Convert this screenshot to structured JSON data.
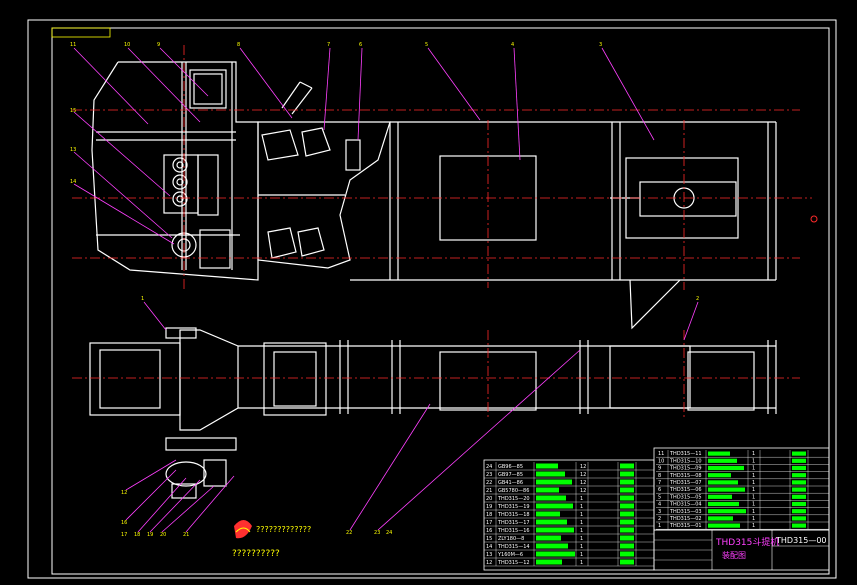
{
  "drawing": {
    "title": "THD315斗提机",
    "subtitle": "装配图",
    "code": "THD315—00",
    "note": "?????????????",
    "note2": "??????????"
  },
  "colors": {
    "frame": "#ffffff",
    "lines": "#ffffff",
    "centerline": "#ff2a2a",
    "leader": "#ff40ff",
    "border_inner": "#ffff00",
    "bom_text": "#00ff00",
    "background": "#000000"
  },
  "callouts": [
    "11",
    "10",
    "9",
    "8",
    "7",
    "6",
    "5",
    "4",
    "3",
    "15",
    "13",
    "14",
    "1",
    "2",
    "12",
    "16",
    "17",
    "18",
    "19",
    "20",
    "21",
    "22",
    "23",
    "24"
  ],
  "bom_left": [
    {
      "no": "24",
      "code": "GB96—85",
      "qty": "12"
    },
    {
      "no": "23",
      "code": "GB97—85",
      "qty": "12"
    },
    {
      "no": "22",
      "code": "GB41—86",
      "qty": "12"
    },
    {
      "no": "21",
      "code": "GB5780—86",
      "qty": "12"
    },
    {
      "no": "20",
      "code": "THD315—20",
      "qty": "1"
    },
    {
      "no": "19",
      "code": "THD315—19",
      "qty": "1"
    },
    {
      "no": "18",
      "code": "THD315—18",
      "qty": "1"
    },
    {
      "no": "17",
      "code": "THD315—17",
      "qty": "1"
    },
    {
      "no": "16",
      "code": "THD315—16",
      "qty": "1"
    },
    {
      "no": "15",
      "code": "ZLY180—8",
      "qty": "1"
    },
    {
      "no": "14",
      "code": "THD315—14",
      "qty": "1"
    },
    {
      "no": "13",
      "code": "Y160M—6",
      "qty": "1"
    },
    {
      "no": "12",
      "code": "THD315—12",
      "qty": "1"
    }
  ],
  "bom_right": [
    {
      "no": "11",
      "code": "THD315—11",
      "qty": "1"
    },
    {
      "no": "10",
      "code": "THD315—10",
      "qty": "1"
    },
    {
      "no": "9",
      "code": "THD315—09",
      "qty": "1"
    },
    {
      "no": "8",
      "code": "THD315—08",
      "qty": "1"
    },
    {
      "no": "7",
      "code": "THD315—07",
      "qty": "1"
    },
    {
      "no": "6",
      "code": "THD315—06",
      "qty": "1"
    },
    {
      "no": "5",
      "code": "THD315—05",
      "qty": "1"
    },
    {
      "no": "4",
      "code": "THD315—04",
      "qty": "1"
    },
    {
      "no": "3",
      "code": "THD315—03",
      "qty": "1"
    },
    {
      "no": "2",
      "code": "THD315—02",
      "qty": "1"
    },
    {
      "no": "1",
      "code": "THD315—01",
      "qty": "1"
    }
  ]
}
